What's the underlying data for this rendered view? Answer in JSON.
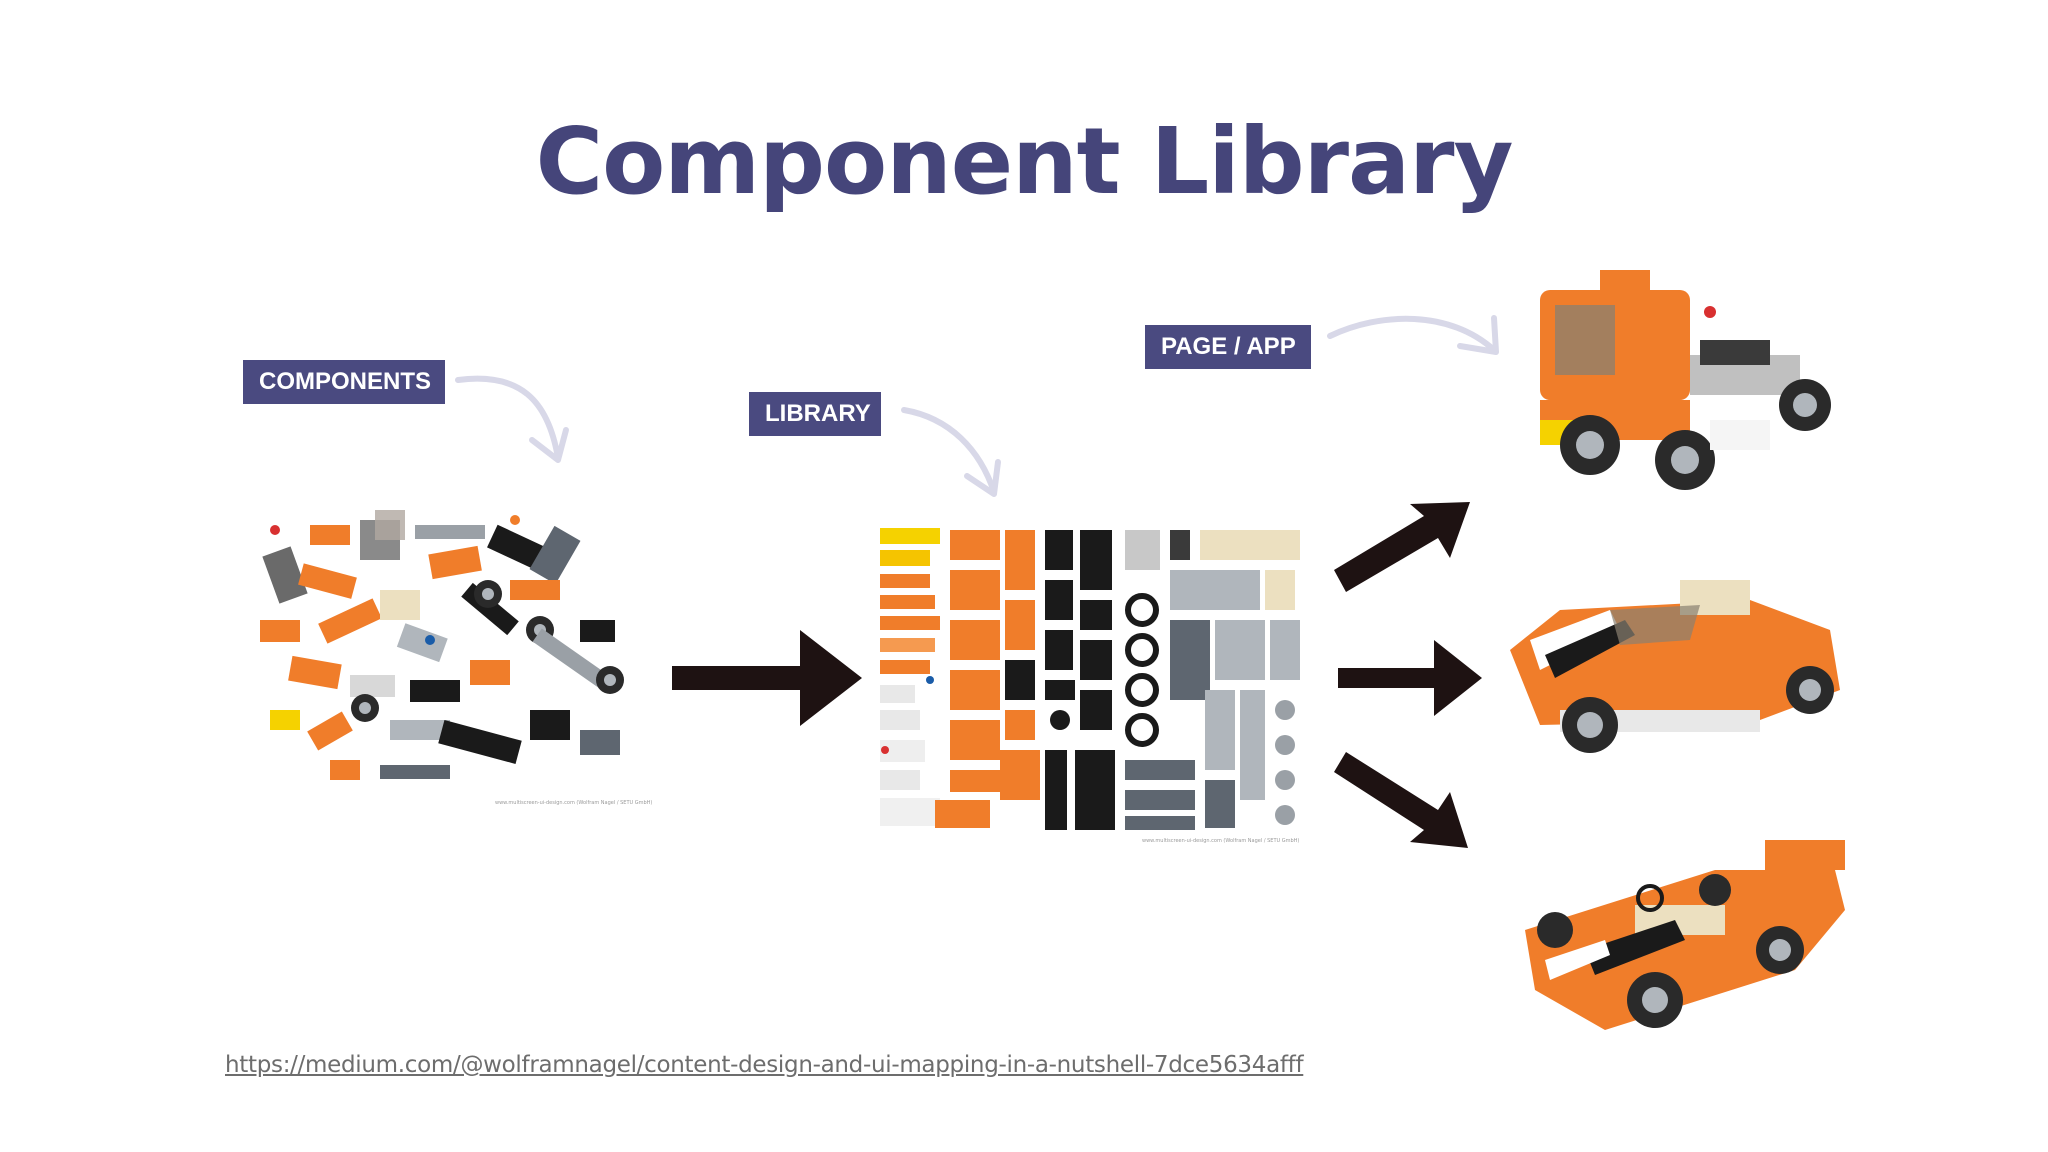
{
  "slide": {
    "title": "Component Library",
    "tags": {
      "components": "COMPONENTS",
      "library": "LIBRARY",
      "page_app": "PAGE / APP"
    },
    "images": {
      "loose_bricks": {
        "credit": "www.multiscreen-ui-design.com (Wolfram Nagel / SETU GmbH)"
      },
      "sorted_bricks": {
        "credit": "www.multiscreen-ui-design.com (Wolfram Nagel / SETU GmbH)"
      },
      "truck": {},
      "sports_car": {},
      "race_car": {}
    },
    "source_link": "https://medium.com/@wolframnagel/content-design-and-ui-mapping-in-a-nutshell-7dce5634afff",
    "colors": {
      "title": "#45457a",
      "tag_background": "#4a4a80",
      "arrow": "#1e1212",
      "curve_arrow": "#d8d8e8",
      "brick_orange": "#f07d2a"
    }
  }
}
